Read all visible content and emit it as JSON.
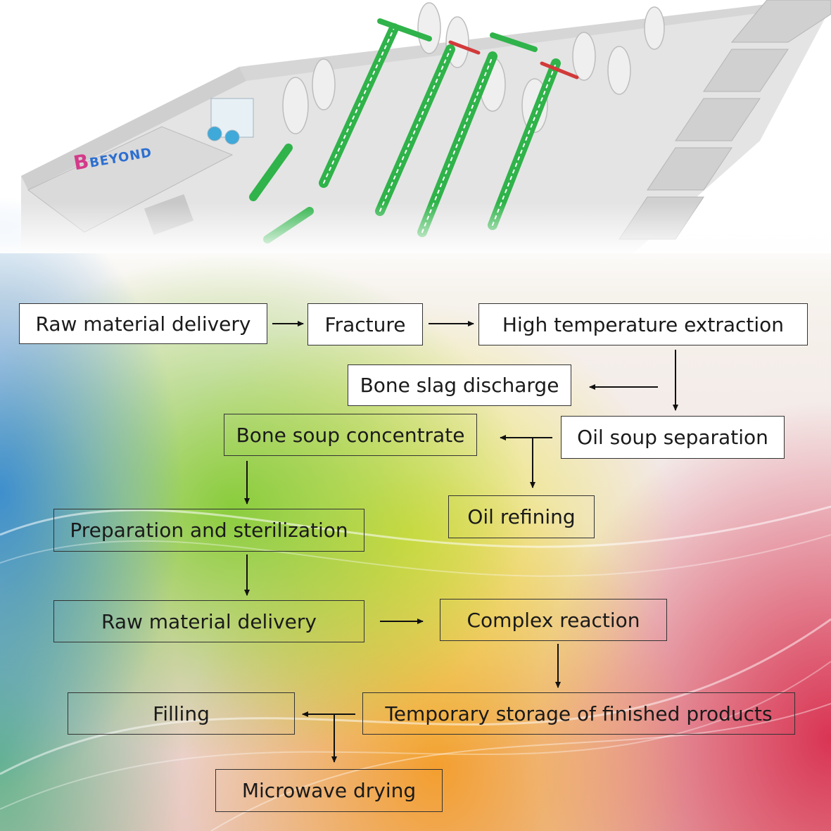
{
  "banner": {
    "logo_text": "BEYOND"
  },
  "flow": {
    "n1": "Raw material delivery",
    "n2": "Fracture",
    "n3": "High temperature extraction",
    "n4": "Bone slag discharge",
    "n5": "Oil soup separation",
    "n6": "Bone soup concentrate",
    "n7": "Oil refining",
    "n8": "Preparation and sterilization",
    "n9": "Raw material delivery",
    "n10": "Complex reaction",
    "n11": "Temporary storage of finished products",
    "n12": "Filling",
    "n13": "Microwave drying"
  },
  "colors": {
    "belt_green": "#2fb34a",
    "wall_gray": "#d9d9d9",
    "floor_gray": "#e6e6e6"
  }
}
